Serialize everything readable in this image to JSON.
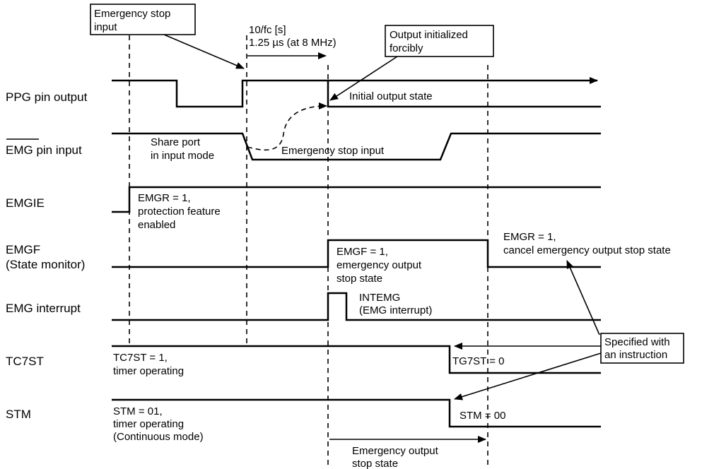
{
  "signals": {
    "ppg": "PPG pin output",
    "emg_pin": "EMG pin input",
    "emgie": "EMGIE",
    "emgf_line1": "EMGF",
    "emgf_line2": "(State monitor)",
    "emg_int": "EMG interrupt",
    "tc7st": "TC7ST",
    "stm": "STM"
  },
  "callouts": {
    "emergency_stop_input": [
      "Emergency stop",
      "input"
    ],
    "output_initialized": [
      "Output initialized",
      "forcibly"
    ],
    "specified_with_instruction": [
      "Specified with",
      "an instruction"
    ]
  },
  "timing": {
    "line1": "10/fc [s]",
    "line2": "1.25 µs (at 8 MHz)"
  },
  "annotations": {
    "initial_output_state": "Initial output state",
    "share_port": [
      "Share port",
      "in input mode"
    ],
    "emergency_stop_input": "Emergency stop input",
    "emgr_enable": [
      "EMGR = 1,",
      "protection feature",
      "enabled"
    ],
    "emgf_set": [
      "EMGF = 1,",
      "emergency output",
      "stop state"
    ],
    "emgr_cancel": [
      "EMGR = 1,",
      "cancel emergency output stop state"
    ],
    "intemg": [
      "INTEMG",
      "(EMG interrupt)"
    ],
    "tc7st_on": [
      "TC7ST = 1,",
      "timer operating"
    ],
    "tg7st_off": "TG7ST = 0",
    "stm_on": [
      "STM = 01,",
      "timer operating",
      "(Continuous mode)"
    ],
    "stm_off": "STM = 00",
    "emergency_output_stop_state": [
      "Emergency output",
      "stop state"
    ]
  }
}
